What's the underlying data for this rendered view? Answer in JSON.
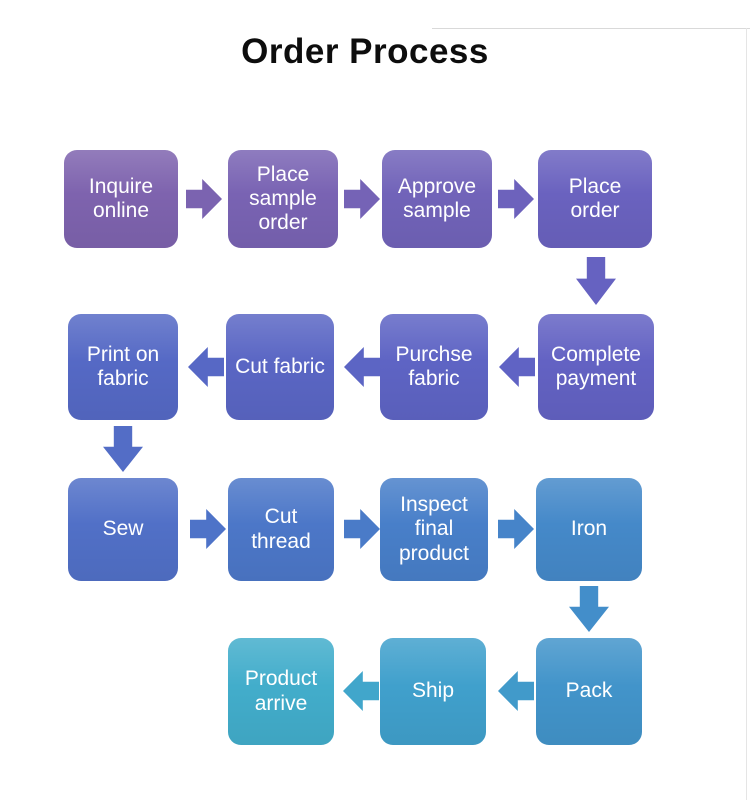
{
  "title": "Order Process",
  "nodes": [
    {
      "label": "Inquire online",
      "color": "#7e63ae"
    },
    {
      "label": "Place sample order",
      "color": "#7963b3"
    },
    {
      "label": "Approve sample",
      "color": "#7163b9"
    },
    {
      "label": "Place order",
      "color": "#6a62bf"
    },
    {
      "label": "Complete payment",
      "color": "#6362c3"
    },
    {
      "label": "Purchse fabric",
      "color": "#5e64c4"
    },
    {
      "label": "Cut fabric",
      "color": "#5a66c4"
    },
    {
      "label": "Print on fabric",
      "color": "#5569c5"
    },
    {
      "label": "Sew",
      "color": "#5170c7"
    },
    {
      "label": "Cut thread",
      "color": "#4c77c8"
    },
    {
      "label": "Inspect final product",
      "color": "#487fc9"
    },
    {
      "label": "Iron",
      "color": "#4589c9"
    },
    {
      "label": "Pack",
      "color": "#4294ca"
    },
    {
      "label": "Ship",
      "color": "#40a0cc"
    },
    {
      "label": "Product arrive",
      "color": "#42adcb"
    }
  ],
  "arrows": [
    {
      "from": "Inquire online",
      "to": "Place sample order",
      "direction": "right",
      "color": "#7b63b0"
    },
    {
      "from": "Place sample order",
      "to": "Approve sample",
      "direction": "right",
      "color": "#7563b6"
    },
    {
      "from": "Approve sample",
      "to": "Place order",
      "direction": "right",
      "color": "#6d62bc"
    },
    {
      "from": "Place order",
      "to": "Complete payment",
      "direction": "down",
      "color": "#6662c1"
    },
    {
      "from": "Complete payment",
      "to": "Purchse fabric",
      "direction": "left",
      "color": "#6063c4"
    },
    {
      "from": "Purchse fabric",
      "to": "Cut fabric",
      "direction": "left",
      "color": "#5c65c4"
    },
    {
      "from": "Cut fabric",
      "to": "Print on fabric",
      "direction": "left",
      "color": "#5768c5"
    },
    {
      "from": "Print on fabric",
      "to": "Sew",
      "direction": "down",
      "color": "#536dc6"
    },
    {
      "from": "Sew",
      "to": "Cut thread",
      "direction": "right",
      "color": "#4e73c8"
    },
    {
      "from": "Cut thread",
      "to": "Inspect final product",
      "direction": "right",
      "color": "#4a7bc8"
    },
    {
      "from": "Inspect final product",
      "to": "Iron",
      "direction": "right",
      "color": "#4684c9"
    },
    {
      "from": "Iron",
      "to": "Pack",
      "direction": "down",
      "color": "#438eca"
    },
    {
      "from": "Pack",
      "to": "Ship",
      "direction": "left",
      "color": "#419aca"
    },
    {
      "from": "Ship",
      "to": "Product arrive",
      "direction": "left",
      "color": "#41a6cb"
    }
  ]
}
